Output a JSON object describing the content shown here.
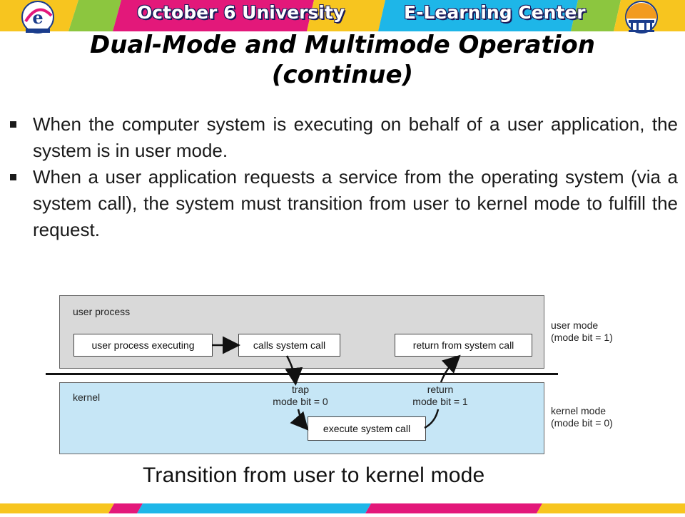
{
  "header": {
    "university": "October 6 University",
    "center": "E-Learning Center"
  },
  "slide": {
    "title_line1": "Dual-Mode and Multimode Operation",
    "title_line2": "(continue)",
    "bullets": [
      "When the computer system is executing on behalf of a user application, the system is in user mode.",
      "When a user application requests a service from the operating system (via a system call), the system must transition from user to kernel mode to fulfill the request."
    ]
  },
  "diagram": {
    "user_region_label": "user process",
    "kernel_region_label": "kernel",
    "box_user_exec": "user process executing",
    "box_calls": "calls system call",
    "box_return": "return from system call",
    "box_kernel_exec": "execute system call",
    "trap_label": "trap",
    "trap_bit": "mode bit = 0",
    "return_label": "return",
    "return_bit": "mode bit = 1",
    "user_mode_label": "user mode",
    "user_mode_bit": "(mode bit = 1)",
    "kernel_mode_label": "kernel mode",
    "kernel_mode_bit": "(mode bit = 0)",
    "caption": "Transition from user to kernel mode"
  },
  "colors": {
    "banner_pink": "#e3187a",
    "banner_yellow": "#f7c51f",
    "banner_cyan": "#1eb6e8",
    "banner_green": "#8cc63f",
    "user_region": "#d9d9d9",
    "kernel_region": "#c6e6f6"
  }
}
